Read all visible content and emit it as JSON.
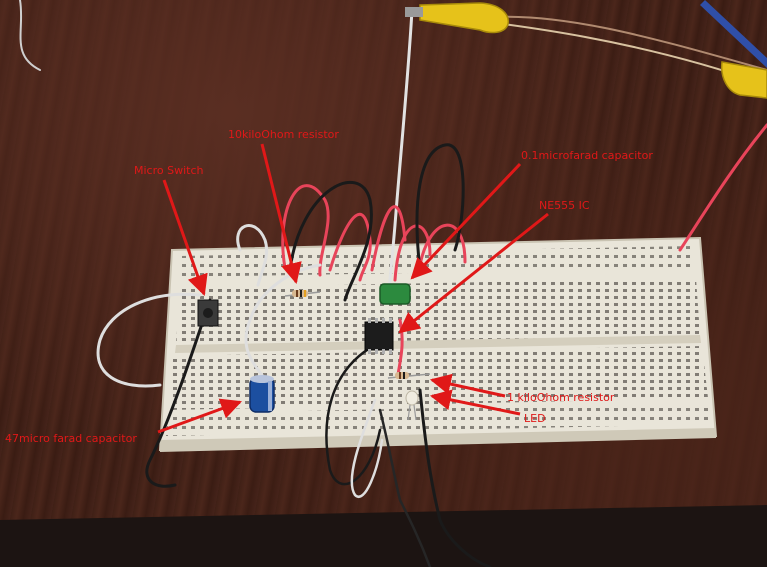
{
  "labels": {
    "micro_switch": "Micro Switch",
    "resistor_10k": "10kiloOhom resistor",
    "capacitor_01uf": "0.1microfarad capacitor",
    "ic_ne555": "NE555 IC",
    "resistor_1k": "1 kiloOhom resistor",
    "led": "LED",
    "capacitor_47uf": "47micro farad capacitor"
  },
  "colors": {
    "annotation": "#e01818",
    "table_wood": "#3e1f15",
    "breadboard": "#ece8dc",
    "wire_red": "#e8445a",
    "wire_black": "#1a1a1a",
    "wire_white": "#dedede",
    "capacitor_green": "#2c8a3e",
    "capacitor_blue": "#1c4fa0",
    "clip_yellow": "#e6c21a"
  },
  "icons": [
    "breadboard-icon",
    "ic-chip-icon",
    "electrolytic-capacitor-icon",
    "ceramic-capacitor-icon",
    "resistor-icon",
    "led-icon",
    "micro-switch-icon",
    "alligator-clip-icon"
  ]
}
